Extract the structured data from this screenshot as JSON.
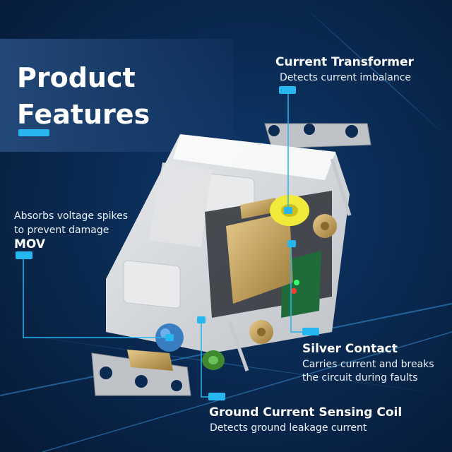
{
  "title": {
    "line1": "Product",
    "line2": "Features"
  },
  "features": {
    "current_transformer": {
      "title": "Current Transformer",
      "desc": "Detects current imbalance"
    },
    "mov": {
      "desc_line1": "Absorbs voltage spikes",
      "desc_line2": "to prevent damage",
      "title": "MOV"
    },
    "silver_contact": {
      "title": "Silver Contact",
      "desc_line1": "Carries current and breaks",
      "desc_line2": "the circuit during faults"
    },
    "ground_coil": {
      "title": "Ground Current Sensing Coil",
      "desc": "Detects ground leakage current"
    }
  },
  "colors": {
    "accent": "#26b6f0",
    "background": "#0a2a52"
  }
}
